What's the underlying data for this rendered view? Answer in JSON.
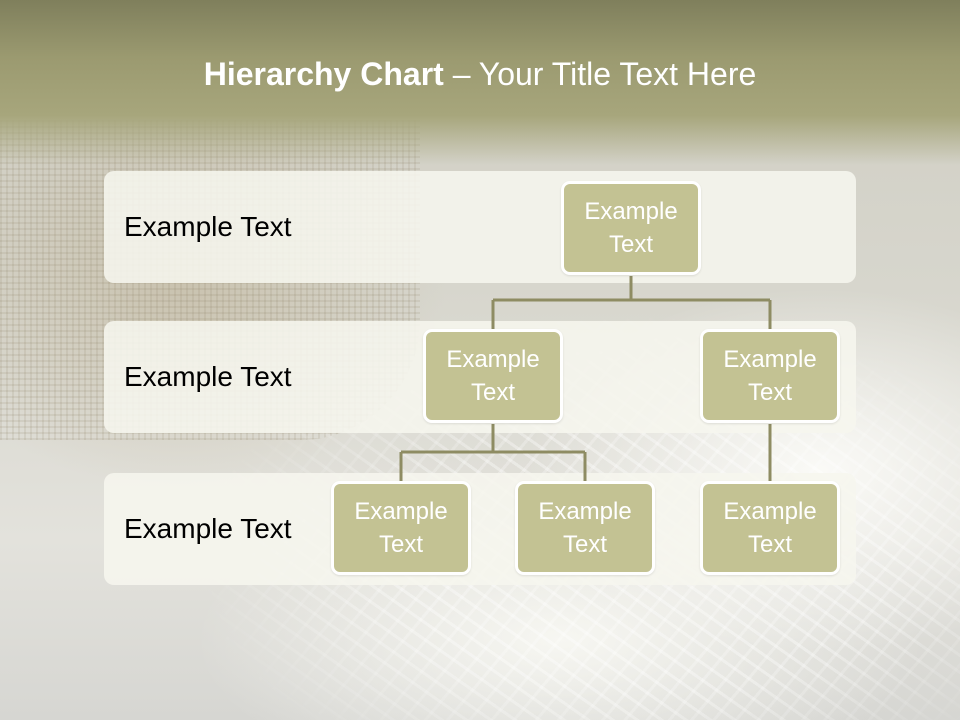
{
  "title": {
    "bold": "Hierarchy Chart",
    "separator": " – ",
    "rest": "Your Title Text Here"
  },
  "levels": [
    {
      "label": "Example Text"
    },
    {
      "label": "Example Text"
    },
    {
      "label": "Example Text"
    }
  ],
  "nodes": {
    "root": "Example Text",
    "level2_left": "Example Text",
    "level2_right": "Example Text",
    "level3_left_a": "Example Text",
    "level3_left_b": "Example Text",
    "level3_right": "Example Text"
  },
  "colors": {
    "node_fill": "#c3c293",
    "title_band": "#9b9a70",
    "connector": "#8e8c63"
  }
}
